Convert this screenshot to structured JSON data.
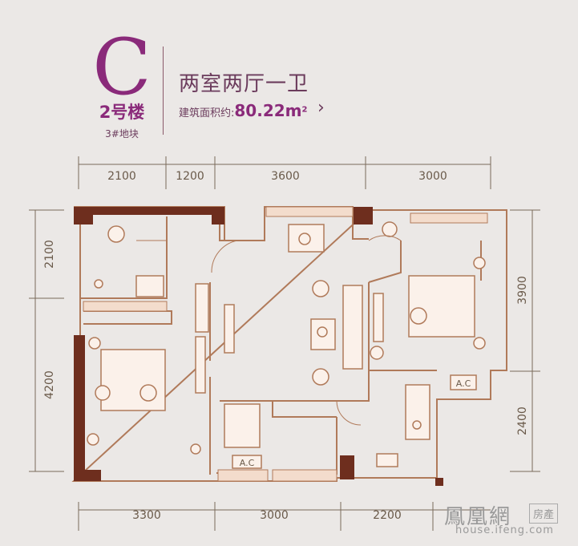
{
  "header": {
    "unit_letter": "C",
    "building": "2号楼",
    "plot": "3#地块",
    "layout_title": "两室两厅一卫",
    "area_label": "建筑面积约:",
    "area_value": "80.22m",
    "area_sup": "2",
    "chevron": "›"
  },
  "dimensions": {
    "top": [
      "2100",
      "1200",
      "3600",
      "3000"
    ],
    "bottom": [
      "3300",
      "3000",
      "2200"
    ],
    "left": [
      "2100",
      "4200"
    ],
    "right": [
      "3900",
      "2400"
    ]
  },
  "labels": {
    "ac_right": "A.C",
    "ac_bottom": "A.C"
  },
  "watermark": {
    "brand": "鳳凰網",
    "tag": "房產",
    "url": "house.ifeng.com"
  },
  "colors": {
    "accent": "#8a2a7a",
    "wall": "#6e2e1e",
    "line": "#b07a5a",
    "background": "#ebe8e6"
  }
}
